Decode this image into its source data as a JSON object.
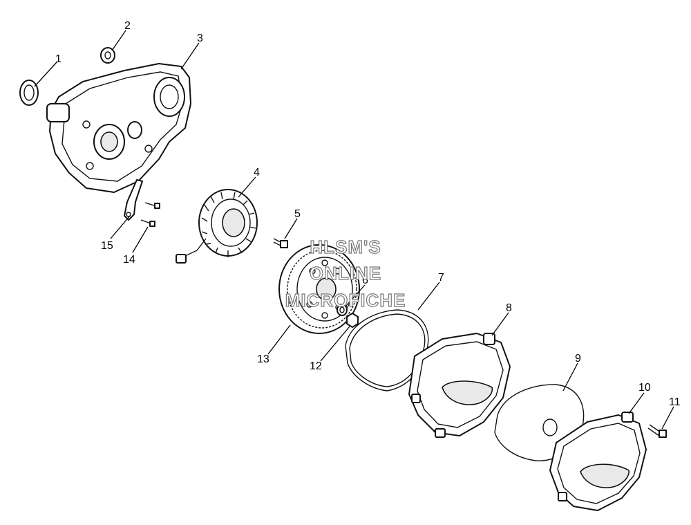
{
  "callouts": [
    {
      "id": "1",
      "label": "1"
    },
    {
      "id": "2",
      "label": "2"
    },
    {
      "id": "3",
      "label": "3"
    },
    {
      "id": "4",
      "label": "4"
    },
    {
      "id": "5",
      "label": "5"
    },
    {
      "id": "6",
      "label": "6"
    },
    {
      "id": "7",
      "label": "7"
    },
    {
      "id": "8",
      "label": "8"
    },
    {
      "id": "9",
      "label": "9"
    },
    {
      "id": "10",
      "label": "10"
    },
    {
      "id": "11",
      "label": "11"
    },
    {
      "id": "12",
      "label": "12"
    },
    {
      "id": "13",
      "label": "13"
    },
    {
      "id": "14",
      "label": "14"
    },
    {
      "id": "15",
      "label": "15"
    }
  ],
  "watermark": {
    "line1": "HLSM'S",
    "line2": "ONLINE",
    "line3": "MICROFICHE"
  }
}
